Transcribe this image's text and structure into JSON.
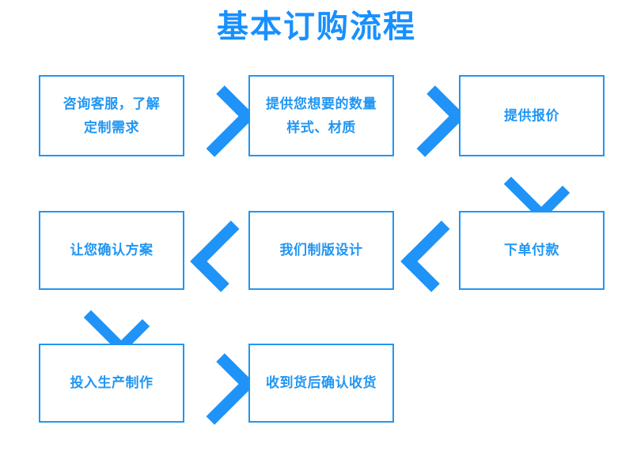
{
  "page": {
    "title": "基本订购流程",
    "accent_color": "#2196f3",
    "title_color": "#1890ff",
    "arrow_color": "#1f93f7",
    "background_color": "#ffffff"
  },
  "flow": {
    "nodes": [
      {
        "id": "step-1",
        "label": "咨询客服，了解\n定制需求",
        "row": 1,
        "col": 1
      },
      {
        "id": "step-2",
        "label": "提供您想要的数量\n样式、材质",
        "row": 1,
        "col": 2
      },
      {
        "id": "step-3",
        "label": "提供报价",
        "row": 1,
        "col": 3
      },
      {
        "id": "step-4",
        "label": "下单付款",
        "row": 2,
        "col": 3
      },
      {
        "id": "step-5",
        "label": "我们制版设计",
        "row": 2,
        "col": 2
      },
      {
        "id": "step-6",
        "label": "让您确认方案",
        "row": 2,
        "col": 1
      },
      {
        "id": "step-7",
        "label": "投入生产制作",
        "row": 3,
        "col": 1
      },
      {
        "id": "step-8",
        "label": "收到货后确认收货",
        "row": 3,
        "col": 2
      }
    ],
    "connectors": [
      {
        "id": "arrow-1",
        "from": "step-1",
        "to": "step-2",
        "direction": "right"
      },
      {
        "id": "arrow-2",
        "from": "step-2",
        "to": "step-3",
        "direction": "right"
      },
      {
        "id": "arrow-3",
        "from": "step-3",
        "to": "step-4",
        "direction": "down"
      },
      {
        "id": "arrow-4",
        "from": "step-4",
        "to": "step-5",
        "direction": "left"
      },
      {
        "id": "arrow-5",
        "from": "step-5",
        "to": "step-6",
        "direction": "left"
      },
      {
        "id": "arrow-6",
        "from": "step-6",
        "to": "step-7",
        "direction": "down"
      },
      {
        "id": "arrow-7",
        "from": "step-7",
        "to": "step-8",
        "direction": "right"
      }
    ]
  }
}
